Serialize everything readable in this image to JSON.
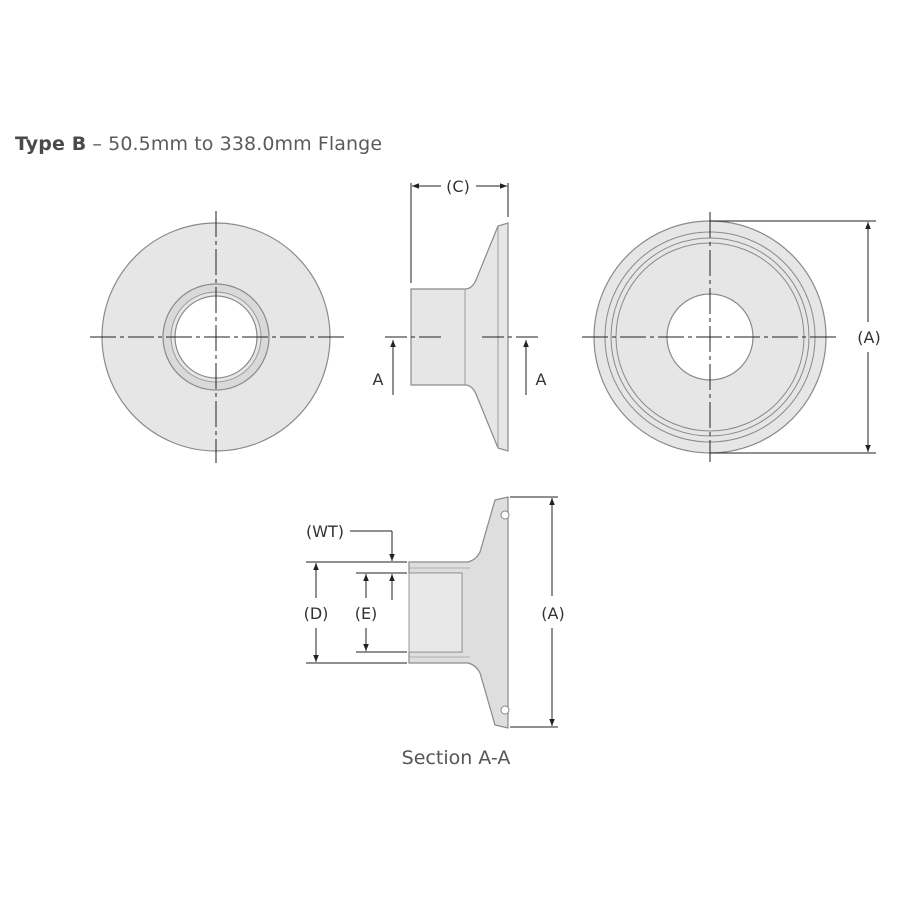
{
  "title": {
    "type_label": "Type B",
    "rest": " – 50.5mm to 338.0mm Flange"
  },
  "labels": {
    "dim_c": "(C)",
    "dim_a": "(A)",
    "section_mark": "A",
    "dim_wt": "(WT)",
    "dim_d": "(D)",
    "dim_e": "(E)",
    "section_caption": "Section A-A"
  },
  "colors": {
    "fill": "#e8e8e8",
    "fill_dark": "#dedede",
    "stroke": "#8a8a8a",
    "line": "#222222"
  }
}
